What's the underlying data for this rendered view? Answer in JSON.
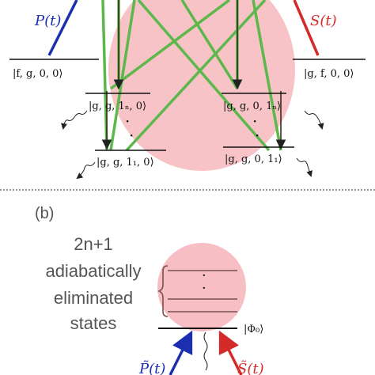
{
  "top_panel": {
    "pump_label": "P(t)",
    "stokes_label": "S(t)",
    "states": {
      "left": "|f, g, 0, 0⟩",
      "right": "|g, f, 0, 0⟩",
      "mid_left": "|g, g, 1ₙ, 0⟩",
      "mid_right": "|g, g, 0, 1ₙ⟩",
      "bottom_left": "|g, g, 1₁, 0⟩",
      "bottom_right": "|g, g, 0, 1₁⟩"
    },
    "dots": "·"
  },
  "bottom_panel": {
    "panel_label": "(b)",
    "annotation_lines": [
      "2n+1",
      "adiabatically",
      "eliminated",
      "states"
    ],
    "ground_state": "|Φ₀⟩",
    "pump_label": "P̃(t)",
    "stokes_label": "S̃(t)",
    "dots": "·"
  },
  "colors": {
    "pink": "#f6b8bc",
    "green": "#5cb84a",
    "blue": "#1c2fb0",
    "red": "#d42a2a",
    "dark_arrow": "#3a2a1a"
  }
}
